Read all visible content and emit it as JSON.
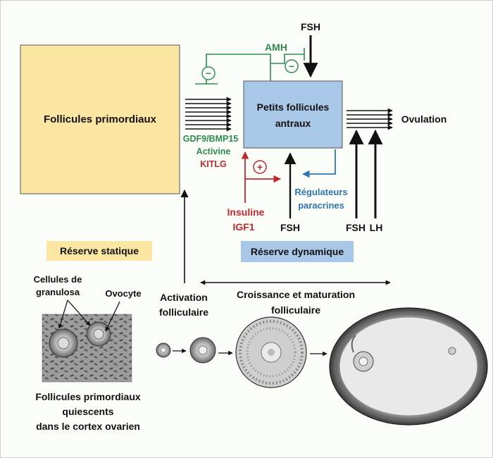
{
  "boxes": {
    "primordial": "Follicules primordiaux",
    "antral_line1": "Petits follicules",
    "antral_line2": "antraux"
  },
  "hormones": {
    "amh": "AMH",
    "fsh_top": "FSH",
    "fsh_bottom": "FSH",
    "fsh_right": "FSH",
    "lh_right": "LH"
  },
  "signs": {
    "minus": "−",
    "plus": "+"
  },
  "factors": {
    "gdf": "GDF9/BMP15",
    "activine": "Activine",
    "kitlg": "KITLG",
    "insuline": "Insuline",
    "igf1": "IGF1",
    "regulateurs": "Régulateurs",
    "paracrines": "paracrines"
  },
  "outcome": {
    "ovulation": "Ovulation"
  },
  "reserves": {
    "statique": "Réserve statique",
    "dynamique": "Réserve dynamique"
  },
  "stages": {
    "activation_line1": "Activation",
    "activation_line2": "folliculaire",
    "croissance_line1": "Croissance et maturation",
    "croissance_line2": "folliculaire"
  },
  "micro": {
    "granulosa_line1": "Cellules de",
    "granulosa_line2": "granulosa",
    "ovocyte": "Ovocyte",
    "caption_line1": "Follicules primordiaux",
    "caption_line2": "quiescents",
    "caption_line3": "dans le cortex ovarien"
  },
  "colors": {
    "primordial_fill": "#fbe7a1",
    "antral_fill": "#a9c7e6",
    "amh_green": "#2e8b50",
    "insulin_red": "#c0282c",
    "paracrine_blue": "#2f74b5",
    "reserve_statique_bg": "#fbe7a1",
    "reserve_dynamique_bg": "#a9c7e6"
  }
}
